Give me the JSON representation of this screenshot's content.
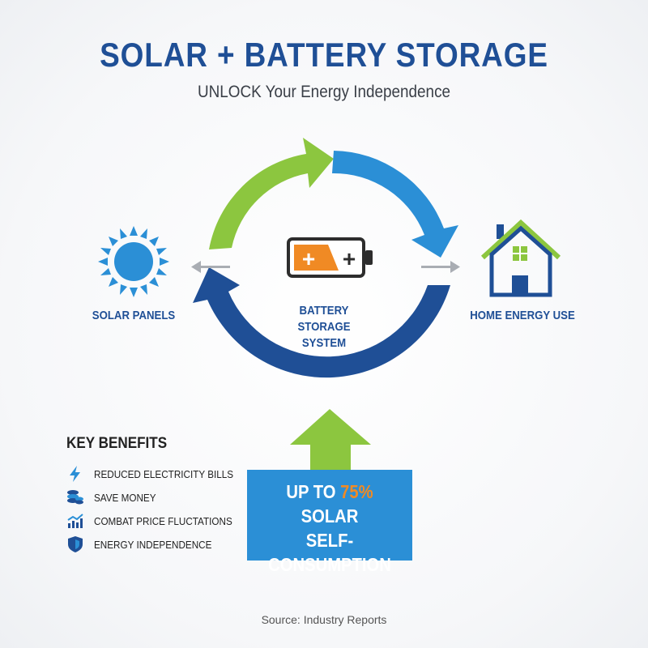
{
  "header": {
    "title": "SOLAR + BATTERY STORAGE",
    "subtitle": "UNLOCK Your Energy Independence"
  },
  "diagram": {
    "solar_label": "SOLAR PANELS",
    "battery_label_line1": "BATTERY STORAGE",
    "battery_label_line2": "SYSTEM",
    "home_label": "HOME ENERGY USE",
    "battery_plus": "+",
    "battery_plus_right": "+",
    "icons": [
      "sun-icon",
      "battery-icon",
      "house-icon"
    ]
  },
  "benefits": {
    "title": "KEY BENEFITS",
    "items": [
      {
        "label": "REDUCED ELECTRICITY BILLS",
        "icon": "lightning-icon"
      },
      {
        "label": "SAVE MONEY",
        "icon": "coins-icon"
      },
      {
        "label": "COMBAT PRICE FLUCTATIONS",
        "icon": "chart-icon"
      },
      {
        "label": "ENERGY INDEPENDENCE",
        "icon": "shield-icon"
      }
    ]
  },
  "callout": {
    "prefix": "UP TO ",
    "percent": "75%",
    "line2": "SOLAR",
    "line3": "SELF-CONSUMPTION"
  },
  "footer": {
    "source": "Source: Industry Reports"
  },
  "colors": {
    "primary_blue": "#1f4f96",
    "light_blue": "#2b8fd6",
    "green": "#8cc63f",
    "orange": "#f08a24",
    "gray_arrow": "#a9adb3"
  }
}
